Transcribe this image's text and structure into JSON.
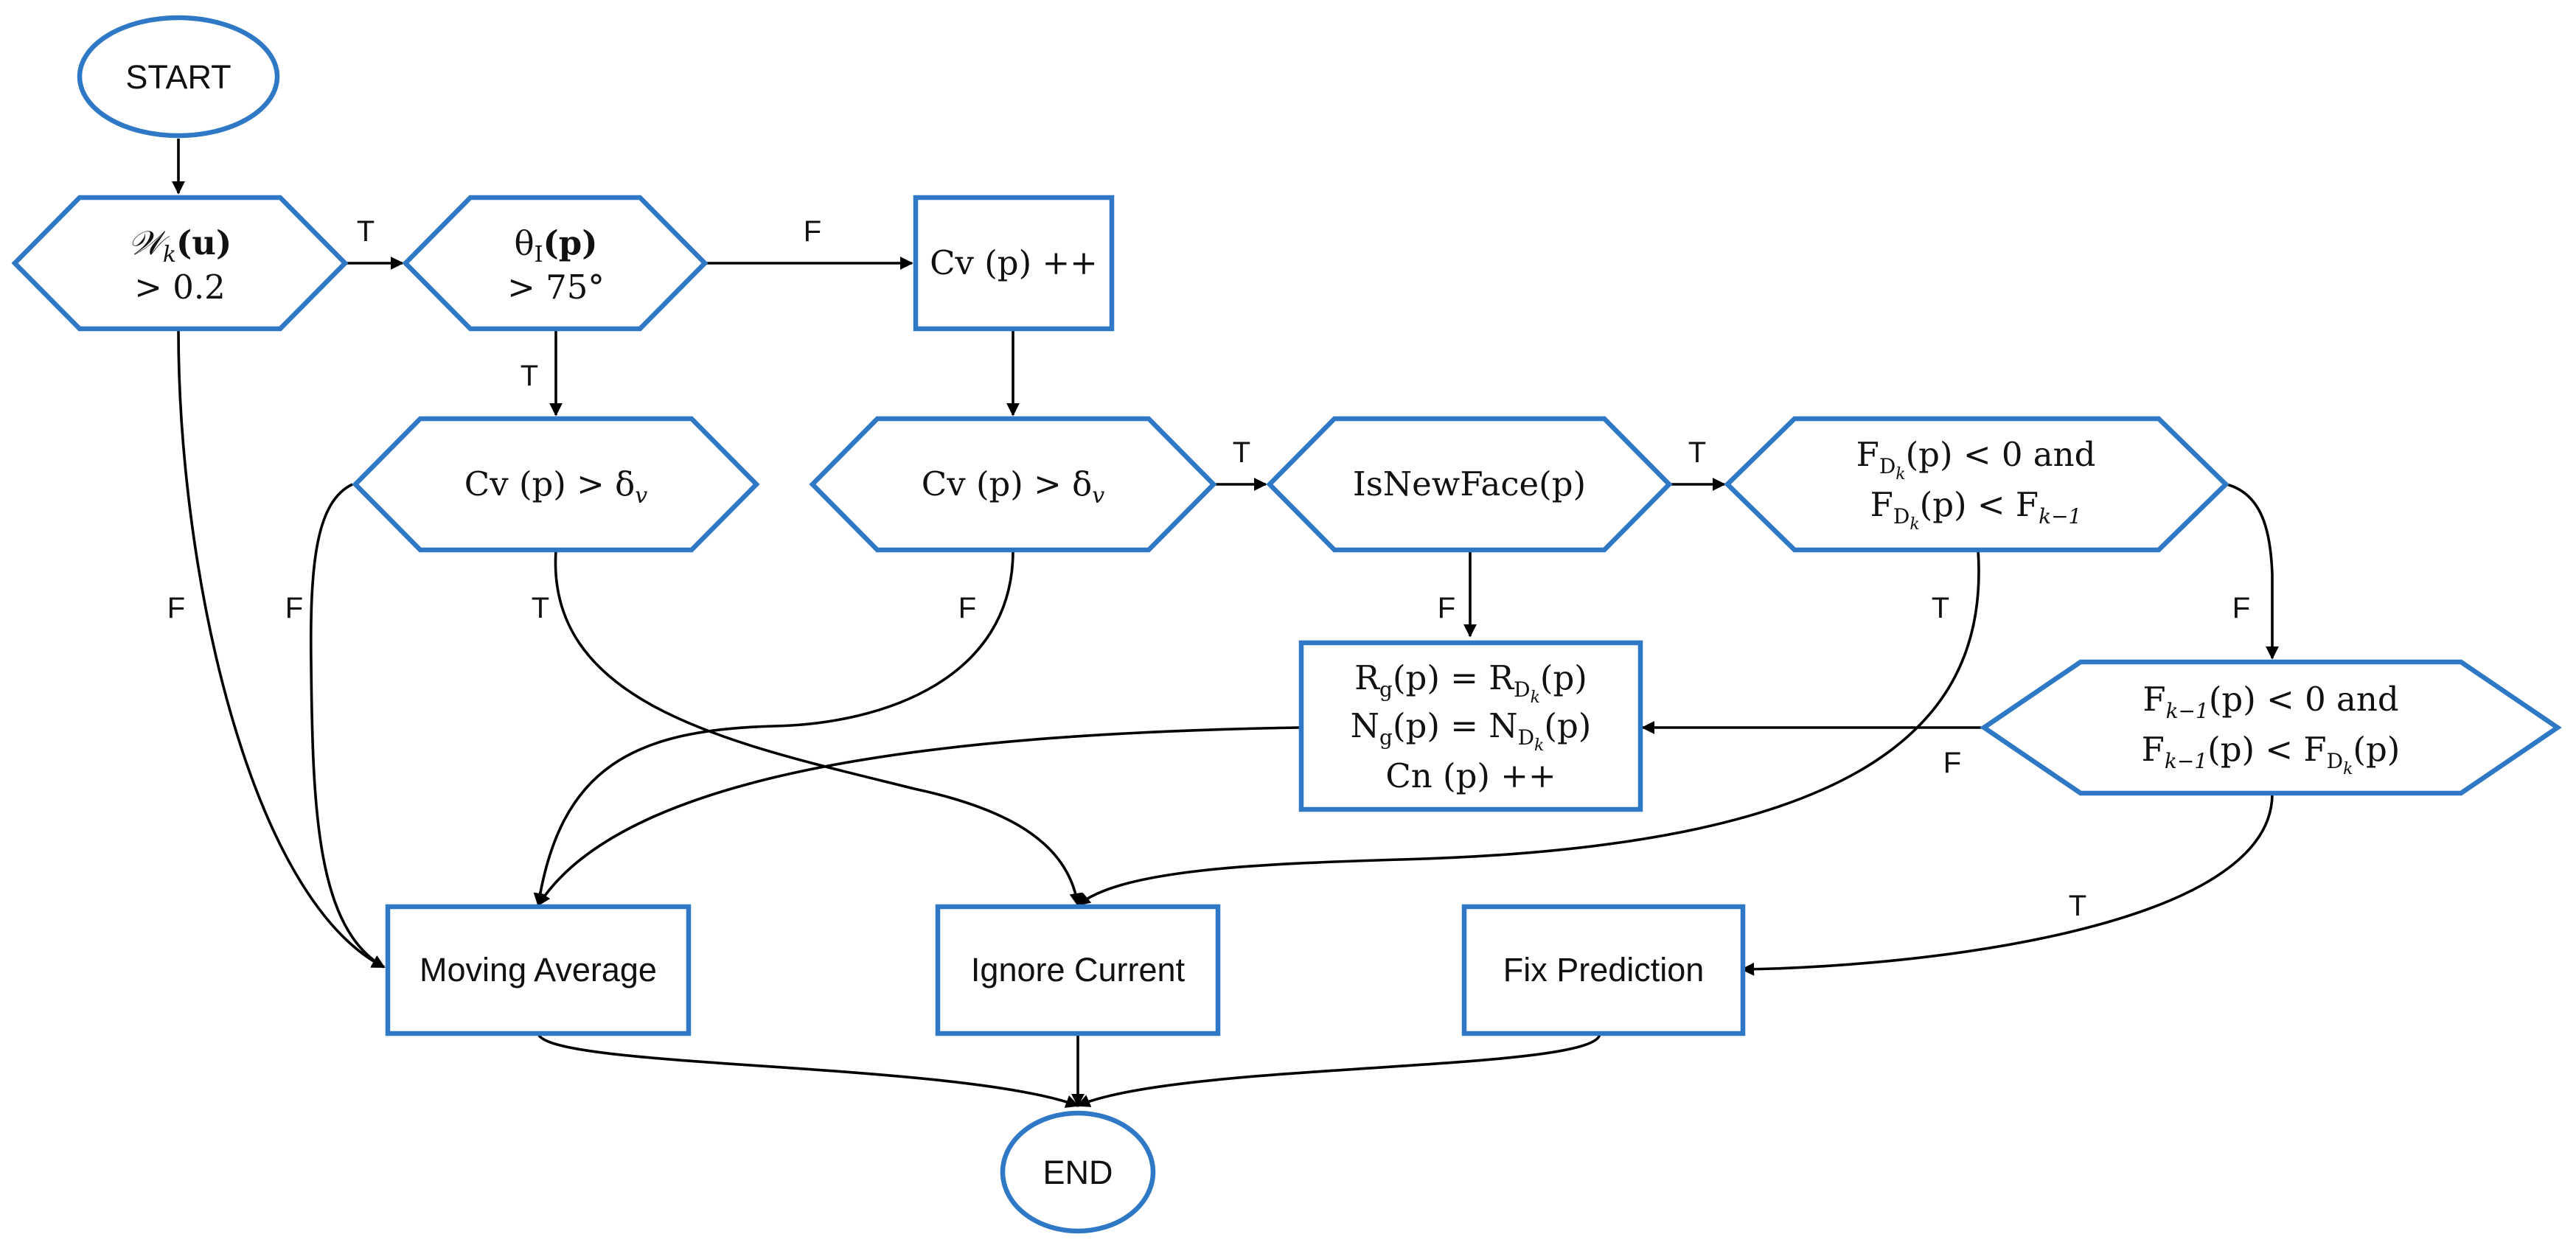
{
  "nodes": {
    "start": "START",
    "end": "END",
    "weight_check": {
      "symbol": "𝒲",
      "sub": "k",
      "rest": "(u)",
      "line2": "> 0.2"
    },
    "angle_check": {
      "symbol": "θ",
      "sub": "I",
      "rest": "(p)",
      "line2": "> 75°"
    },
    "cv_increment": "Cv (p) ++",
    "cv_check_left": {
      "text": "Cv (p) > δ",
      "sub": "v"
    },
    "cv_check_mid": {
      "text": "Cv (p) > δ",
      "sub": "v"
    },
    "is_new_face": "IsNewFace(p)",
    "fd_check": {
      "line1_pre": "F",
      "line1_sub": "D",
      "line1_subsub": "k",
      "line1_post": "(p) < 0 and",
      "line2_pre": "F",
      "line2_sub": "D",
      "line2_subsub": "k",
      "line2_mid": "(p) < F",
      "line2_sub2": "k−1"
    },
    "fk_check": {
      "line1_pre": "F",
      "line1_sub": "k−1",
      "line1_post": "(p) < 0 and",
      "line2_pre": "F",
      "line2_sub": "k−1",
      "line2_mid": "(p) < F",
      "line2_sub2": "D",
      "line2_subsub2": "k",
      "line2_post": "(p)"
    },
    "update_box": {
      "r_pre": "R",
      "r_sub": "g",
      "r_mid": "(p) = R",
      "r_sub2": "D",
      "r_subsub": "k",
      "r_post": "(p)",
      "n_pre": "N",
      "n_sub": "g",
      "n_mid": "(p) = N",
      "n_sub2": "D",
      "n_subsub": "k",
      "n_post": "(p)",
      "cn": "Cn (p) ++"
    },
    "moving_average": "Moving Average",
    "ignore_current": "Ignore Current",
    "fix_prediction": "Fix Prediction"
  },
  "edge_labels": {
    "true": "T",
    "false": "F"
  },
  "colors": {
    "node_stroke": "#2e78c6",
    "edge": "#000000"
  }
}
